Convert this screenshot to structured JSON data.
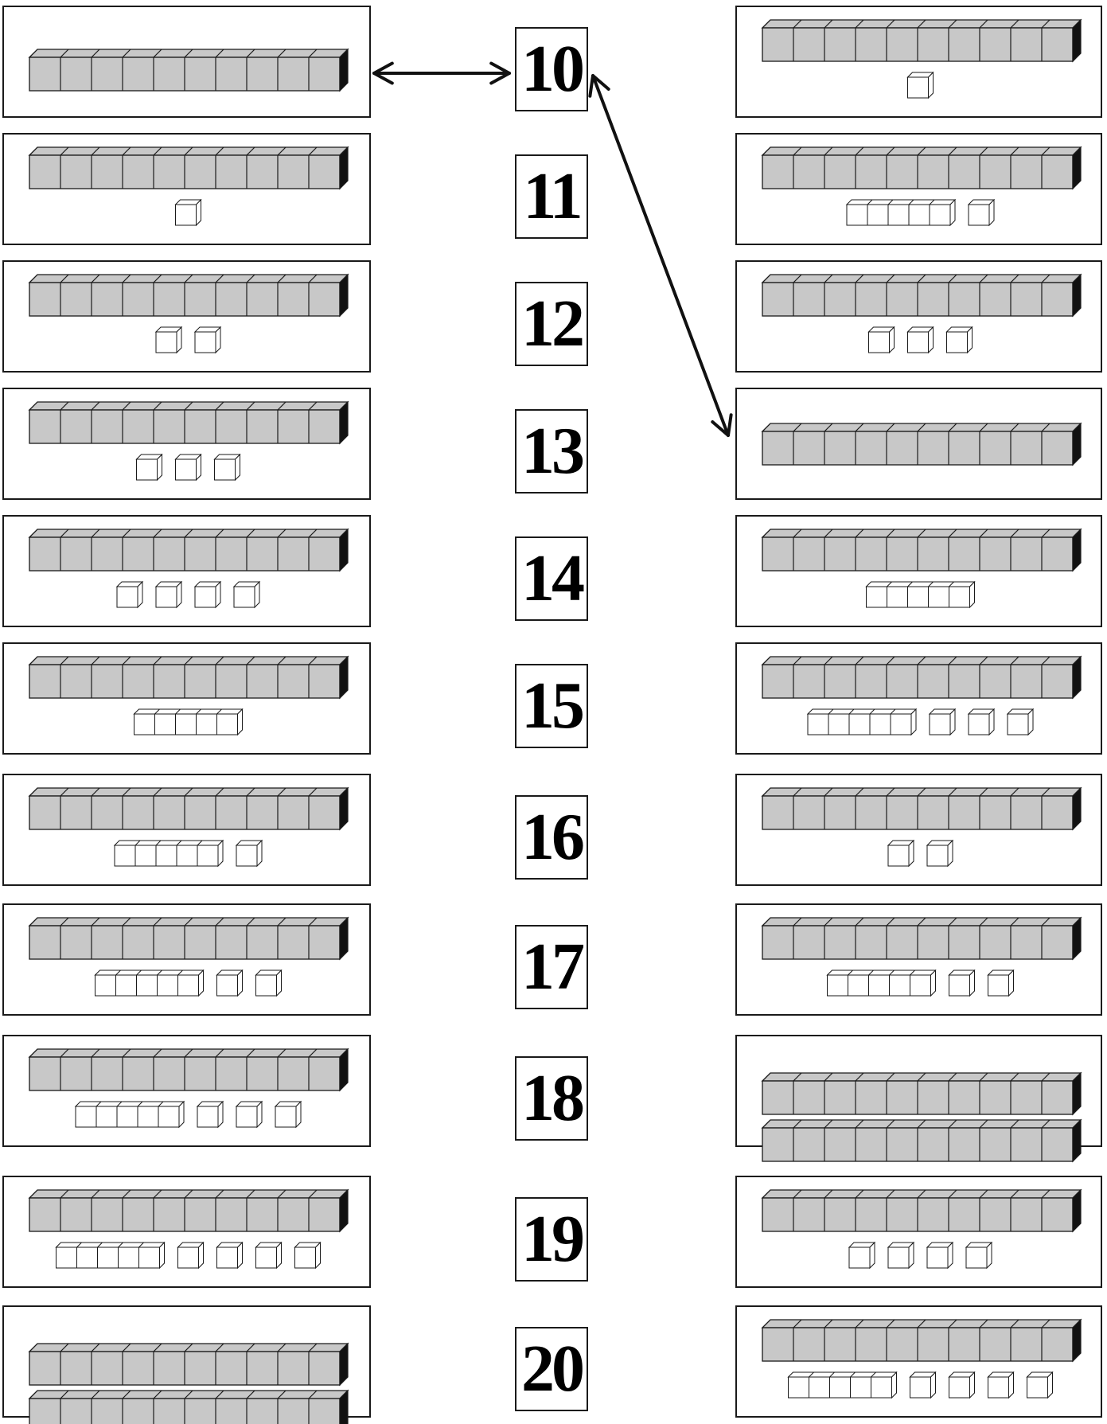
{
  "numbers": [
    "10",
    "11",
    "12",
    "13",
    "14",
    "15",
    "16",
    "17",
    "18",
    "19",
    "20"
  ],
  "left_cards": [
    {
      "tens": 1,
      "ones": 0
    },
    {
      "tens": 1,
      "ones": 1
    },
    {
      "tens": 1,
      "ones": 2
    },
    {
      "tens": 1,
      "ones": 3
    },
    {
      "tens": 1,
      "ones": 4
    },
    {
      "tens": 1,
      "ones": 5
    },
    {
      "tens": 1,
      "ones": 6
    },
    {
      "tens": 1,
      "ones": 7
    },
    {
      "tens": 1,
      "ones": 8
    },
    {
      "tens": 1,
      "ones": 9
    },
    {
      "tens": 2,
      "ones": 0
    }
  ],
  "right_cards": [
    {
      "tens": 1,
      "ones": 1
    },
    {
      "tens": 1,
      "ones": 6
    },
    {
      "tens": 1,
      "ones": 3
    },
    {
      "tens": 1,
      "ones": 0
    },
    {
      "tens": 1,
      "ones": 5
    },
    {
      "tens": 1,
      "ones": 8
    },
    {
      "tens": 1,
      "ones": 2
    },
    {
      "tens": 1,
      "ones": 7
    },
    {
      "tens": 2,
      "ones": 0
    },
    {
      "tens": 1,
      "ones": 4
    },
    {
      "tens": 1,
      "ones": 9
    }
  ],
  "arrows": [
    {
      "from": "left-card-1",
      "to": "number-10",
      "double_headed": true
    },
    {
      "from": "number-10",
      "to": "right-card-4",
      "double_headed": true
    }
  ],
  "colors": {
    "rod_fill": "#c8c8c8",
    "rod_side": "#111111",
    "unit_fill": "#ffffff",
    "stroke": "#1a1a1a"
  }
}
